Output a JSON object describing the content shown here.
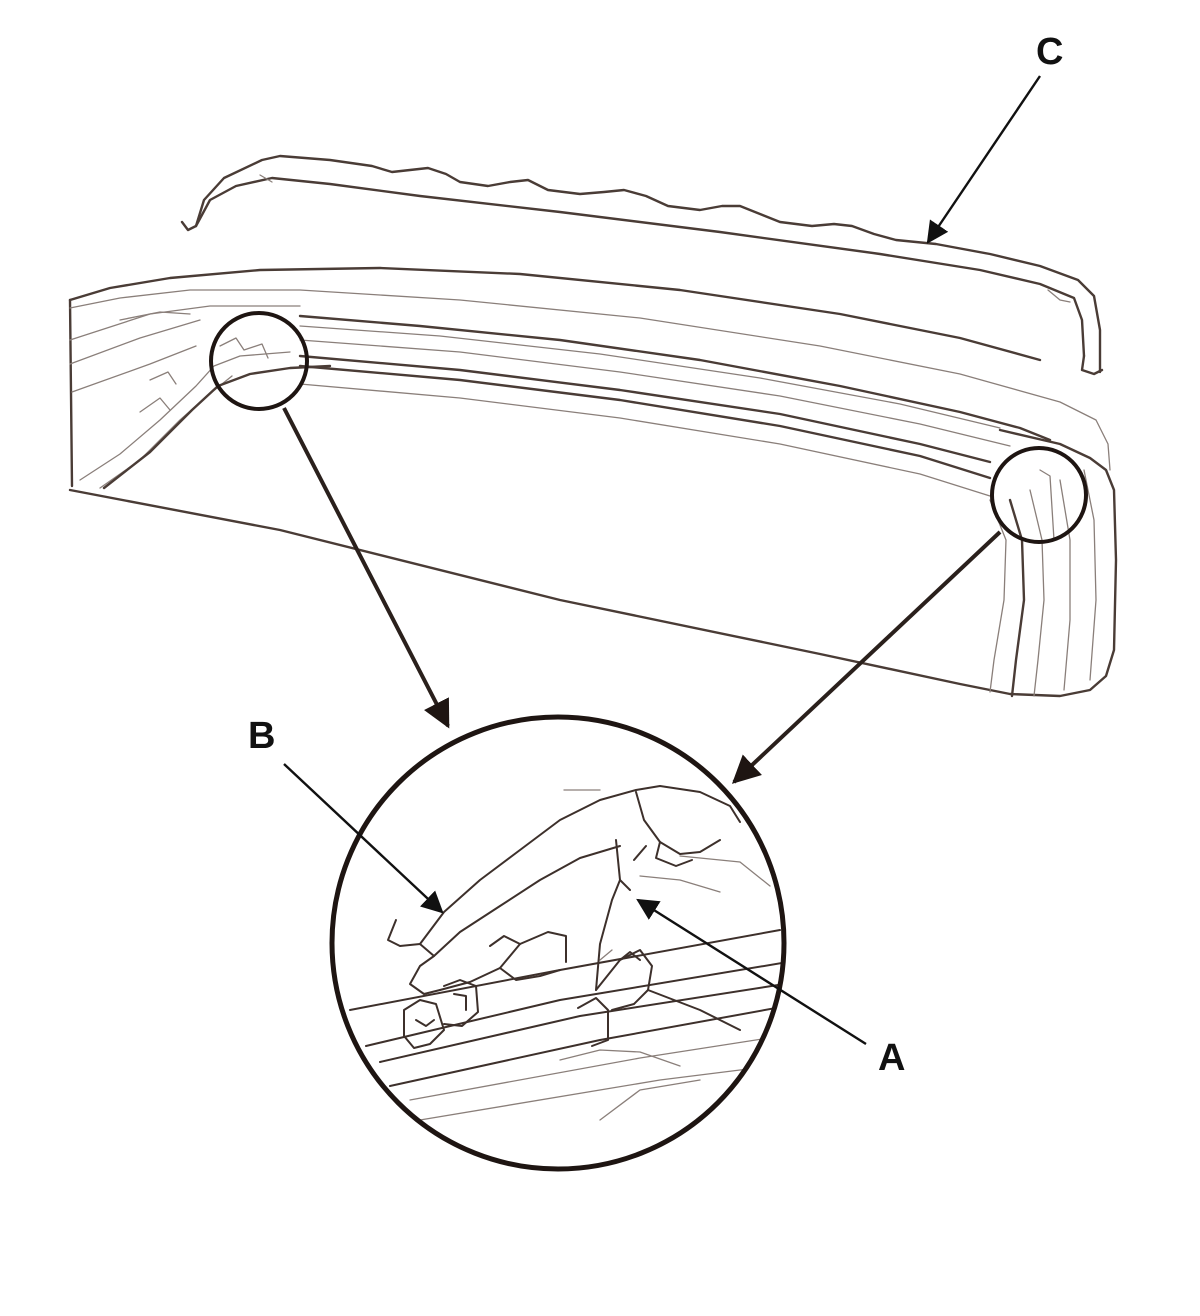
{
  "callouts": {
    "a": "A",
    "b": "B",
    "c": "C"
  },
  "colors": {
    "line": "#4a3c36",
    "light_line": "#8a7f7a",
    "leader": "#111111",
    "background": "#ffffff"
  }
}
